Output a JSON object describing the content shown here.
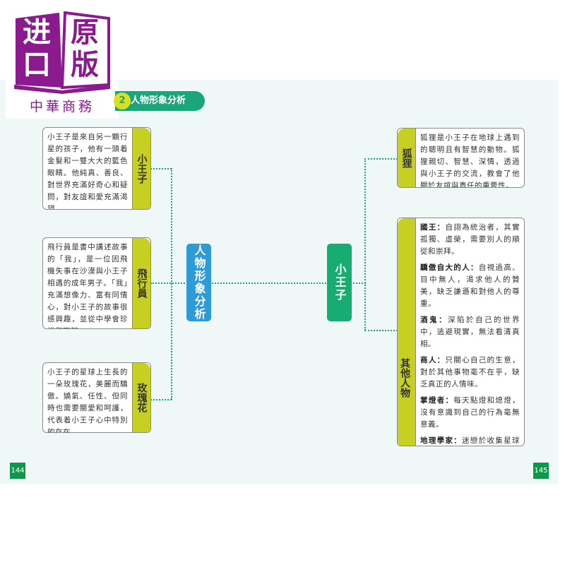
{
  "logo": {
    "chars": [
      "进",
      "口",
      "原",
      "版"
    ],
    "publisher": "中華商務"
  },
  "section": {
    "number": "2",
    "title": "人物形象分析"
  },
  "center_node": "人物形象分析",
  "hub_node": "小王子",
  "left_cards": [
    {
      "tab": "小王子",
      "text": "小王子是來自另一顆行星的孩子，他有一頭着金髮和一雙大大的藍色眼睛。他純真、善良、對世界充滿好奇心和疑問，對友誼和愛充滿渴望。"
    },
    {
      "tab": "飛行員",
      "text": "飛行員是書中講述故事的「我」，是一位因飛機失事在沙漠與小王子相遇的成年男子。「我」充滿想像力、富有同情心，對小王子的故事很感興趣，並從中學會珍惜與理解。"
    },
    {
      "tab": "玫瑰花",
      "text": "小王子的星球上生長的一朵玫瑰花，美麗而驕傲。嬌氣、任性、但同時也需要關愛和呵護，代表着小王子心中特別的存在。"
    }
  ],
  "right_cards": [
    {
      "tab": "狐狸",
      "text": "狐狸是小王子在地球上遇到的聰明且有智慧的動物。狐狸親切、智慧、深情，透過與小王子的交流，教會了他關於友誼與責任的重要性。"
    },
    {
      "tab": "其他人物",
      "entries": [
        {
          "name": "國王：",
          "desc": "自詡為統治者，其實孤獨、虛榮，需要別人的順從和崇拜。"
        },
        {
          "name": "驕傲自大的人：",
          "desc": "自視過高、目中無人，渴求他人的贊美，缺乏謙遜和對他人的尊重。"
        },
        {
          "name": "酒鬼：",
          "desc": "深陷於自己的世界中，逃避現實，無法看清真相。"
        },
        {
          "name": "商人：",
          "desc": "只關心自己的生意，對於其他事物毫不在乎，缺乏真正的人情味。"
        },
        {
          "name": "掌燈者：",
          "desc": "每天點燈和熄燈，沒有意識到自己的行為毫無意義。"
        },
        {
          "name": "地理學家：",
          "desc": "迷戀於收集星球的數據，卻缺乏真正的探索和體驗。"
        }
      ]
    }
  ],
  "page_numbers": {
    "left": "144",
    "right": "145"
  },
  "colors": {
    "accent": "#1aa67a",
    "tab": "#c6cf22",
    "center": "#2e9bd9",
    "hub": "#17ad72",
    "logo": "#8b1a8f"
  }
}
